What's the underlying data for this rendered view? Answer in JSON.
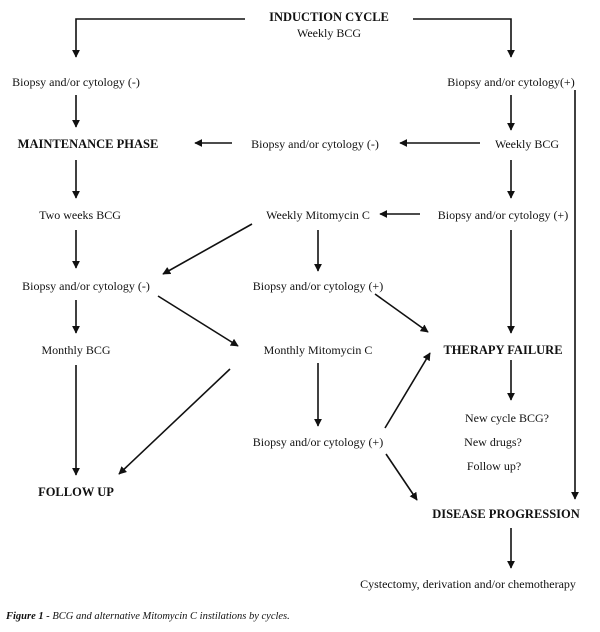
{
  "nodes": {
    "induction_title": "INDUCTION CYCLE",
    "induction_sub": "Weekly BCG",
    "biopsy_neg_1": "Biopsy and/or cytology (-)",
    "biopsy_pos_1": "Biopsy and/or cytology(+)",
    "maintenance": "MAINTENANCE PHASE",
    "biopsy_neg_2": "Biopsy and/or cytology (-)",
    "weekly_bcg": "Weekly BCG",
    "two_weeks_bcg": "Two weeks BCG",
    "weekly_mitomycin": "Weekly Mitomycin C",
    "biopsy_pos_2": "Biopsy and/or cytology (+)",
    "biopsy_neg_3": "Biopsy and/or cytology (-)",
    "biopsy_pos_3": "Biopsy and/or cytology (+)",
    "monthly_bcg": "Monthly BCG",
    "monthly_mitomycin": "Monthly Mitomycin C",
    "therapy_failure": "THERAPY FAILURE",
    "new_cycle_bcg": "New cycle BCG?",
    "new_drugs": "New drugs?",
    "follow_up_q": "Follow up?",
    "biopsy_pos_4": "Biopsy and/or cytology (+)",
    "follow_up": "FOLLOW UP",
    "disease_progression": "DISEASE PROGRESSION",
    "cystectomy": "Cystectomy, derivation and/or chemotherapy"
  },
  "caption": {
    "figure": "Figure 1 -",
    "text": "BCG and alternative Mitomycin C instilations by cycles."
  }
}
